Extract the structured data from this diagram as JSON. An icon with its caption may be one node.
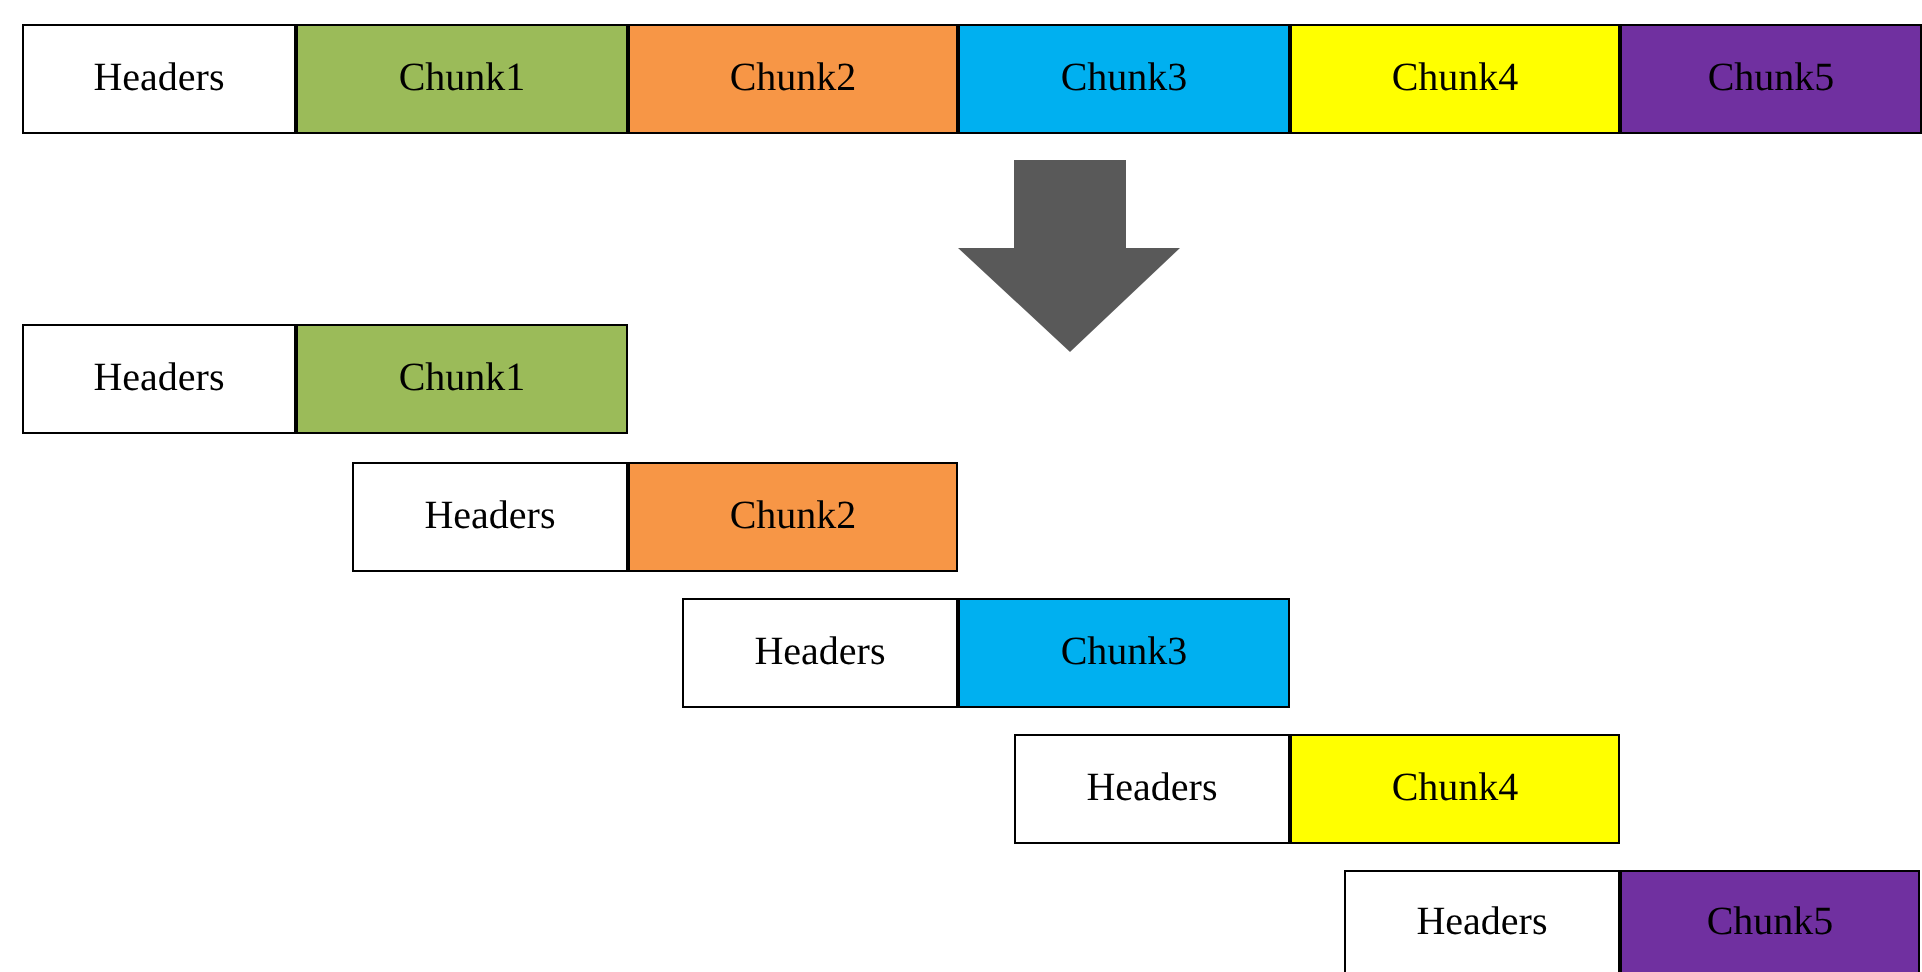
{
  "diagram": {
    "nodes": [
      {
        "text": [
          "Headers"
        ]
      },
      {
        "text": [
          "Chunk1"
        ]
      },
      {
        "text": [
          "Chunk2"
        ]
      },
      {
        "text": [
          "Chunk3"
        ]
      },
      {
        "text": [
          "Chunk4"
        ]
      },
      {
        "text": [
          "Chunk5"
        ]
      },
      {
        "text": [
          "Headers"
        ]
      },
      {
        "text": [
          "Chunk1"
        ]
      },
      {
        "text": [
          "Headers"
        ]
      },
      {
        "text": [
          "Chunk2"
        ]
      },
      {
        "text": [
          "Headers"
        ]
      },
      {
        "text": [
          "Chunk3"
        ]
      },
      {
        "text": [
          "Headers"
        ]
      },
      {
        "text": [
          "Chunk4"
        ]
      },
      {
        "text": [
          "Headers"
        ]
      },
      {
        "text": [
          "Chunk5"
        ]
      }
    ]
  }
}
